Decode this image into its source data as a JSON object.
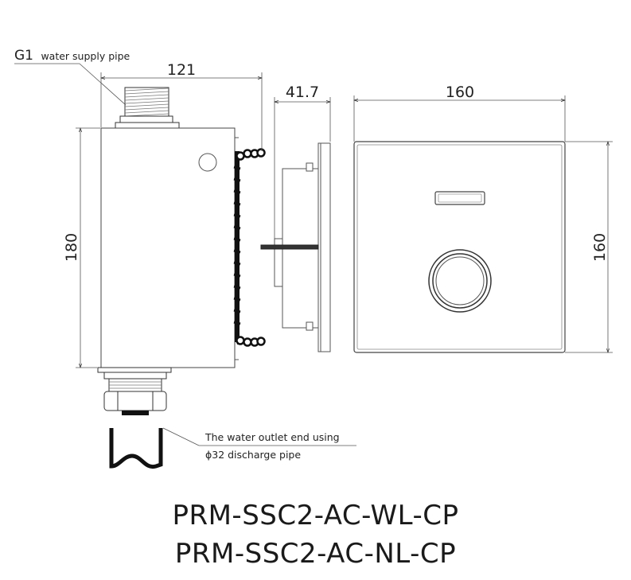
{
  "callouts": {
    "supply_prefix": "G1",
    "supply_text": "water supply pipe",
    "outlet_line1": "The water outlet end using",
    "outlet_line2": "ϕ32 discharge pipe"
  },
  "dimensions": {
    "box_width": "121",
    "box_height": "180",
    "depth": "41.7",
    "panel_width": "160",
    "panel_height": "160"
  },
  "models": [
    "PRM-SSC2-AC-WL-CP",
    "PRM-SSC2-AC-NL-CP"
  ]
}
